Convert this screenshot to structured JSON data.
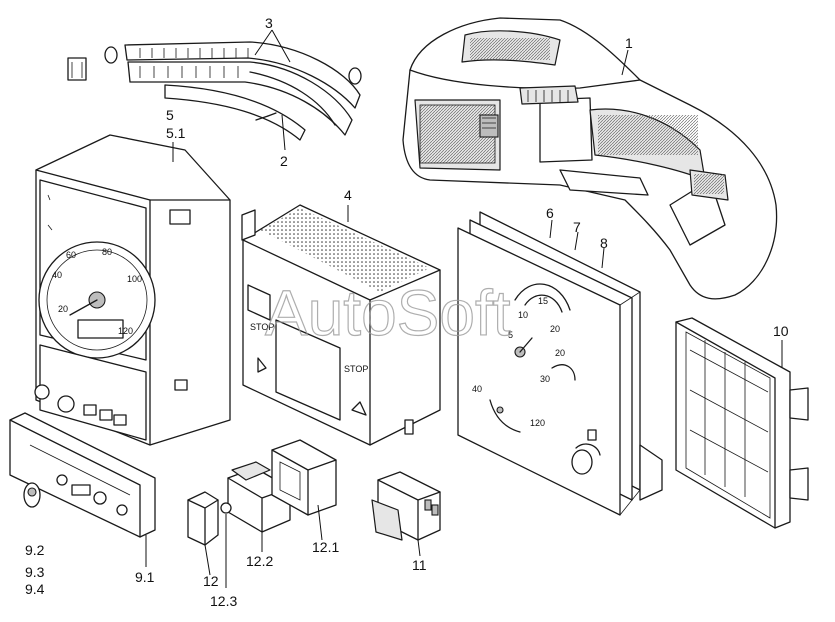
{
  "watermark": "AutoSoft",
  "labels": {
    "p1": "1",
    "p2": "2",
    "p3": "3",
    "p4": "4",
    "p5": "5",
    "p5_1": "5.1",
    "p6": "6",
    "p7": "7",
    "p8": "8",
    "p9_1": "9.1",
    "p9_2": "9.2",
    "p9_3": "9.3",
    "p9_4": "9.4",
    "p10": "10",
    "p11": "11",
    "p12": "12",
    "p12_1": "12.1",
    "p12_2": "12.2",
    "p12_3": "12.3"
  },
  "speedo_scale": [
    "20",
    "40",
    "60",
    "80",
    "100",
    "120"
  ],
  "gauge_scale_a": [
    "5",
    "10",
    "15",
    "20"
  ],
  "gauge_scale_b": [
    "20",
    "30"
  ],
  "gauge_scale_c": [
    "40",
    "120"
  ],
  "panel_text": {
    "stop1": "STOP",
    "stop2": "STOP"
  }
}
